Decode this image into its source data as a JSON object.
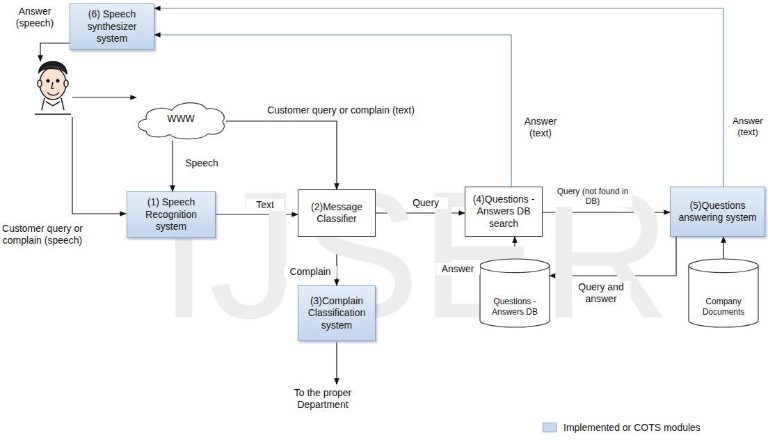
{
  "diagram": {
    "nodes": [
      {
        "text": [
          "(6) Speech synthesizer system"
        ]
      },
      {
        "text": [
          "WWW"
        ]
      },
      {
        "text": [
          "(1) Speech Recognition system"
        ]
      },
      {
        "text": [
          "(2)Message Classifier"
        ]
      },
      {
        "text": [
          "(4)Questions - Answers DB search"
        ]
      },
      {
        "text": [
          "(5)Questions answering system"
        ]
      },
      {
        "text": [
          "(3)Complain Classification system"
        ]
      },
      {
        "text": [
          "Questions - Answers DB"
        ]
      },
      {
        "text": [
          "Company Documents"
        ]
      }
    ],
    "edges": [
      {
        "from": 1,
        "to": 2,
        "label": "Speech",
        "arrow": "to"
      },
      {
        "from": 1,
        "to": 3,
        "label": "Customer query or complain (text)",
        "arrow": "to"
      },
      {
        "from": 2,
        "to": 3,
        "label": "Text",
        "arrow": "to"
      },
      {
        "from": 3,
        "to": 4,
        "label": "Query",
        "arrow": "to"
      },
      {
        "from": 3,
        "to": 6,
        "label": "Complain",
        "arrow": "to"
      },
      {
        "from": 4,
        "to": 0,
        "label": "Answer (text)",
        "arrow": "to"
      },
      {
        "from": 4,
        "to": 5,
        "label": "Query (not found in DB)",
        "arrow": "to"
      },
      {
        "from": 5,
        "to": 0,
        "label": "Answer (text)",
        "arrow": "to"
      },
      {
        "from": 5,
        "to": 7,
        "label": "Query and answer",
        "arrow": "to"
      },
      {
        "from": 7,
        "to": 4,
        "label": "Answer",
        "arrow": "to"
      },
      {
        "from": 8,
        "to": 5,
        "arrow": "to"
      }
    ],
    "labels": [
      "Answer (speech)",
      "Customer query or complain (speech)",
      "To the proper Department",
      "IJSER"
    ],
    "legend": [
      {
        "text": "Implemented or COTS modules",
        "color": "#c9dbee"
      }
    ]
  }
}
